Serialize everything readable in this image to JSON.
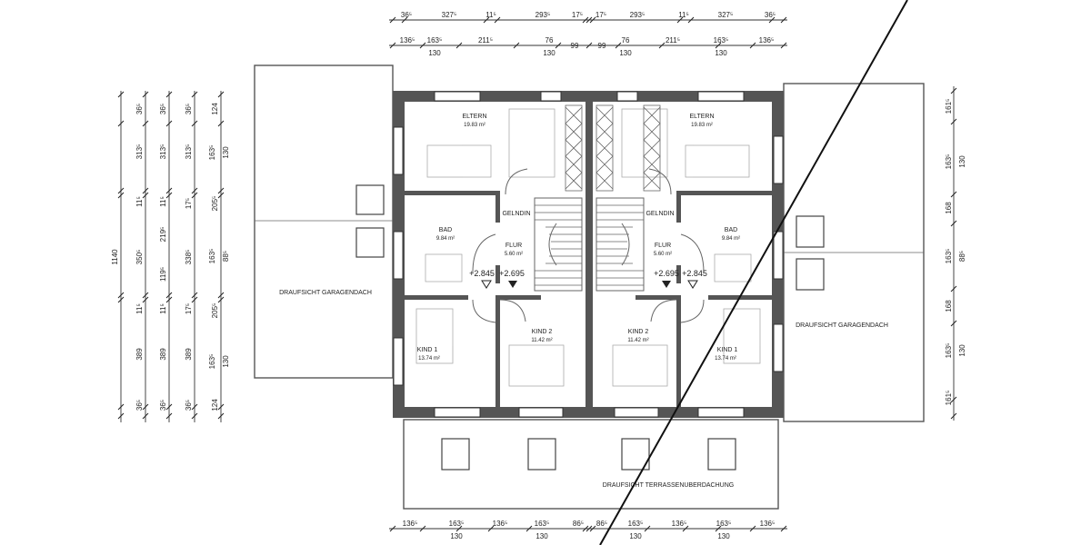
{
  "colors": {
    "ink": "#222222",
    "wall": "#555555",
    "paper": "#ffffff"
  },
  "rooms": {
    "eltern_left": {
      "name": "ELTERN",
      "area": "19.83 m²"
    },
    "eltern_right": {
      "name": "ELTERN",
      "area": "19.83 m²"
    },
    "bad_left": {
      "name": "BAD",
      "area": "9.84 m²"
    },
    "bad_right": {
      "name": "BAD",
      "area": "9.84 m²"
    },
    "flur_left": {
      "name": "FLUR",
      "area": "5.60 m²"
    },
    "flur_right": {
      "name": "FLUR",
      "area": "5.60 m²"
    },
    "kind1_left": {
      "name": "KIND 1",
      "area": "13.74 m²"
    },
    "kind1_right": {
      "name": "KIND 1",
      "area": "13.74 m²"
    },
    "kind2_left": {
      "name": "KIND 2",
      "area": "11.42 m²"
    },
    "kind2_right": {
      "name": "KIND 2",
      "area": "11.42 m²"
    },
    "gelaender_left": "GELNDIN",
    "gelaender_right": "GELNDIN"
  },
  "levels": {
    "left_a": "+2.845",
    "left_b": "+2.695",
    "right_a": "+2.695",
    "right_b": "+2.845"
  },
  "roof_views": {
    "garage_left": "DRAUFSICHT GARAGENDACH",
    "garage_right": "DRAUFSICHT GARAGENDACH",
    "terrace": "DRAUFSICHT TERRASSENUBERDACHUNG"
  },
  "dimensions": {
    "top_row1": [
      "36⁵",
      "327⁵",
      "11⁵",
      "293⁵",
      "17⁵",
      "17⁵",
      "293⁵",
      "11⁵",
      "327⁵",
      "36⁵"
    ],
    "top_row2": [
      "136⁵",
      "163⁵",
      "211⁵",
      "76",
      "99",
      "99",
      "76",
      "211⁵",
      "163⁵",
      "136⁵"
    ],
    "top_row2_sub": [
      "130",
      "130",
      "130",
      "130"
    ],
    "bottom_row": [
      "136⁵",
      "163⁵",
      "136⁵",
      "163⁵",
      "86⁵",
      "86⁵",
      "163⁵",
      "136⁵",
      "163⁵",
      "136⁵"
    ],
    "bottom_row_sub": [
      "130",
      "130",
      "130",
      "130"
    ],
    "left_total": "1140",
    "left_col1": [
      "36⁵",
      "313⁵",
      "11⁵",
      "350⁵",
      "11⁵",
      "389",
      "36⁵"
    ],
    "left_col2": [
      "36⁵",
      "313⁵",
      "11⁵",
      "219⁵",
      "119⁵",
      "11⁵",
      "389",
      "36⁵"
    ],
    "left_col3": [
      "36⁵",
      "313⁵",
      "17⁵",
      "338⁵",
      "17⁵",
      "389",
      "36⁵"
    ],
    "left_col4": [
      "124",
      "163⁵",
      "130",
      "205⁵",
      "163⁵",
      "88⁵",
      "205⁵",
      "163⁵",
      "130",
      "124"
    ],
    "right_col": [
      "161⁵",
      "163⁵",
      "130",
      "168",
      "163⁵",
      "88⁵",
      "168",
      "163⁵",
      "130",
      "161⁵"
    ]
  }
}
